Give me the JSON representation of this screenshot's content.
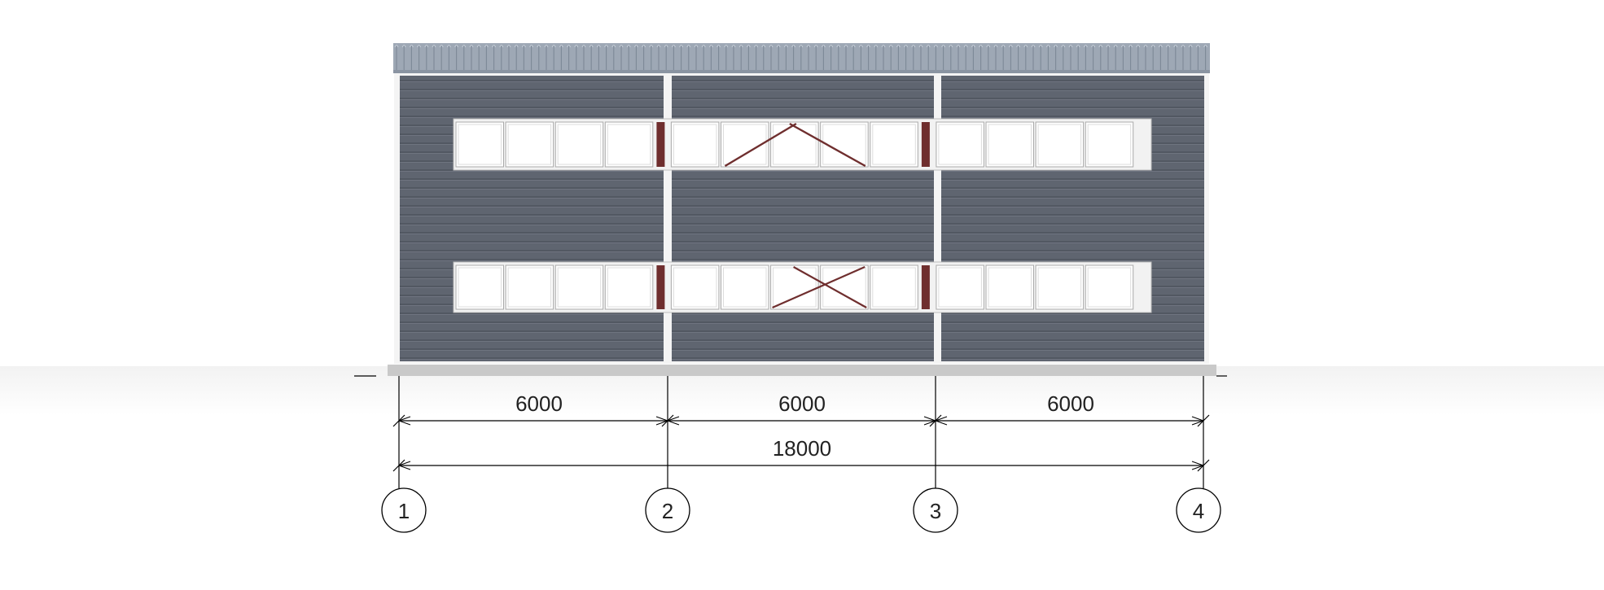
{
  "colors": {
    "wall": "#5f6570",
    "wall_line": "#4b5059",
    "wall_highlight": "#747a86",
    "roof": "#9ea8b5",
    "roof_rib": "#7d8896",
    "pilaster": "#f4f4f4",
    "window_frame": "#f2f2f2",
    "glass": "#ffffff",
    "brace": "#6f2e2e",
    "plinth": "#c9c9c9",
    "dim_line": "#000000"
  },
  "dimensions": {
    "segments": [
      "6000",
      "6000",
      "6000"
    ],
    "total": "18000"
  },
  "axes": [
    "1",
    "2",
    "3",
    "4"
  ]
}
